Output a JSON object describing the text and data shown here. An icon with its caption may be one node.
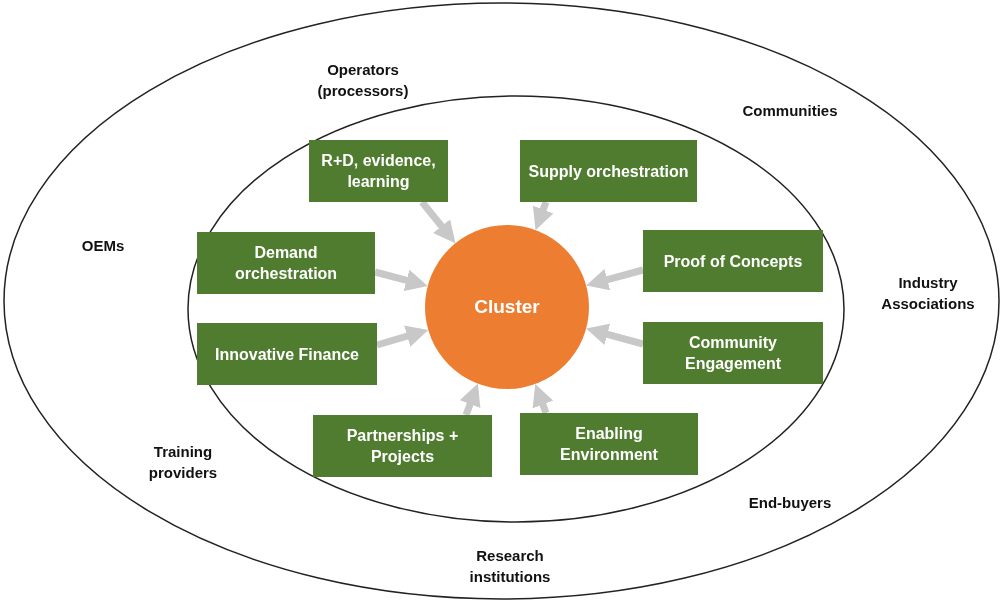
{
  "diagram": {
    "nodes": [
      {
        "text": [],
        "shape": "ellipse"
      },
      {
        "text": [],
        "shape": "ellipse",
        "in": 0
      },
      {
        "text": [
          "Cluster"
        ],
        "in": 1
      },
      {
        "text": [
          "R+D, evidence, learning"
        ],
        "in": 1
      },
      {
        "text": [
          "Supply orchestration"
        ],
        "in": 1
      },
      {
        "text": [
          "Demand orchestration"
        ],
        "in": 1
      },
      {
        "text": [
          "Innovative Finance"
        ],
        "in": 1
      },
      {
        "text": [
          "Proof of Concepts"
        ],
        "in": 1
      },
      {
        "text": [
          "Community Engagement"
        ],
        "in": 1
      },
      {
        "text": [
          "Partnerships + Projects"
        ],
        "in": 1
      },
      {
        "text": [
          "Enabling Environment"
        ],
        "in": 1
      }
    ],
    "edges": [
      {
        "from": 3,
        "to": 2,
        "arrow": "to"
      },
      {
        "from": 4,
        "to": 2,
        "arrow": "to"
      },
      {
        "from": 5,
        "to": 2,
        "arrow": "to"
      },
      {
        "from": 6,
        "to": 2,
        "arrow": "to"
      },
      {
        "from": 7,
        "to": 2,
        "arrow": "to"
      },
      {
        "from": 8,
        "to": 2,
        "arrow": "to"
      },
      {
        "from": 9,
        "to": 2,
        "arrow": "to"
      },
      {
        "from": 10,
        "to": 2,
        "arrow": "to"
      }
    ],
    "labels": [
      "Operators (processors)",
      "Communities",
      "OEMs",
      "Industry Associations",
      "Training providers",
      "End-buyers",
      "Research institutions"
    ]
  }
}
